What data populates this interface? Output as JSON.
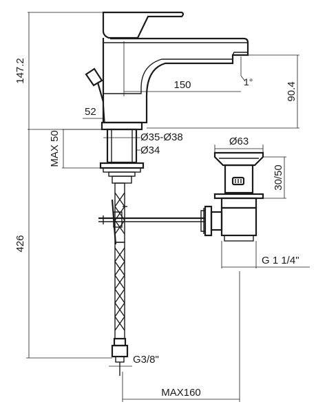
{
  "dimensions": {
    "height_total": "147.2",
    "spout_reach": "150",
    "spout_height": "90.4",
    "angle": "1°",
    "lever_offset": "52",
    "hole_diameter": "Ø35-Ø38",
    "shank_diameter": "Ø34",
    "max_deck_thickness": "MAX 50",
    "hose_length": "426",
    "hose_thread": "G3/8\"",
    "waste_diameter": "Ø63",
    "waste_stroke": "30/50",
    "waste_thread": "G 1 1/4\"",
    "max_distance": "MAX160"
  }
}
